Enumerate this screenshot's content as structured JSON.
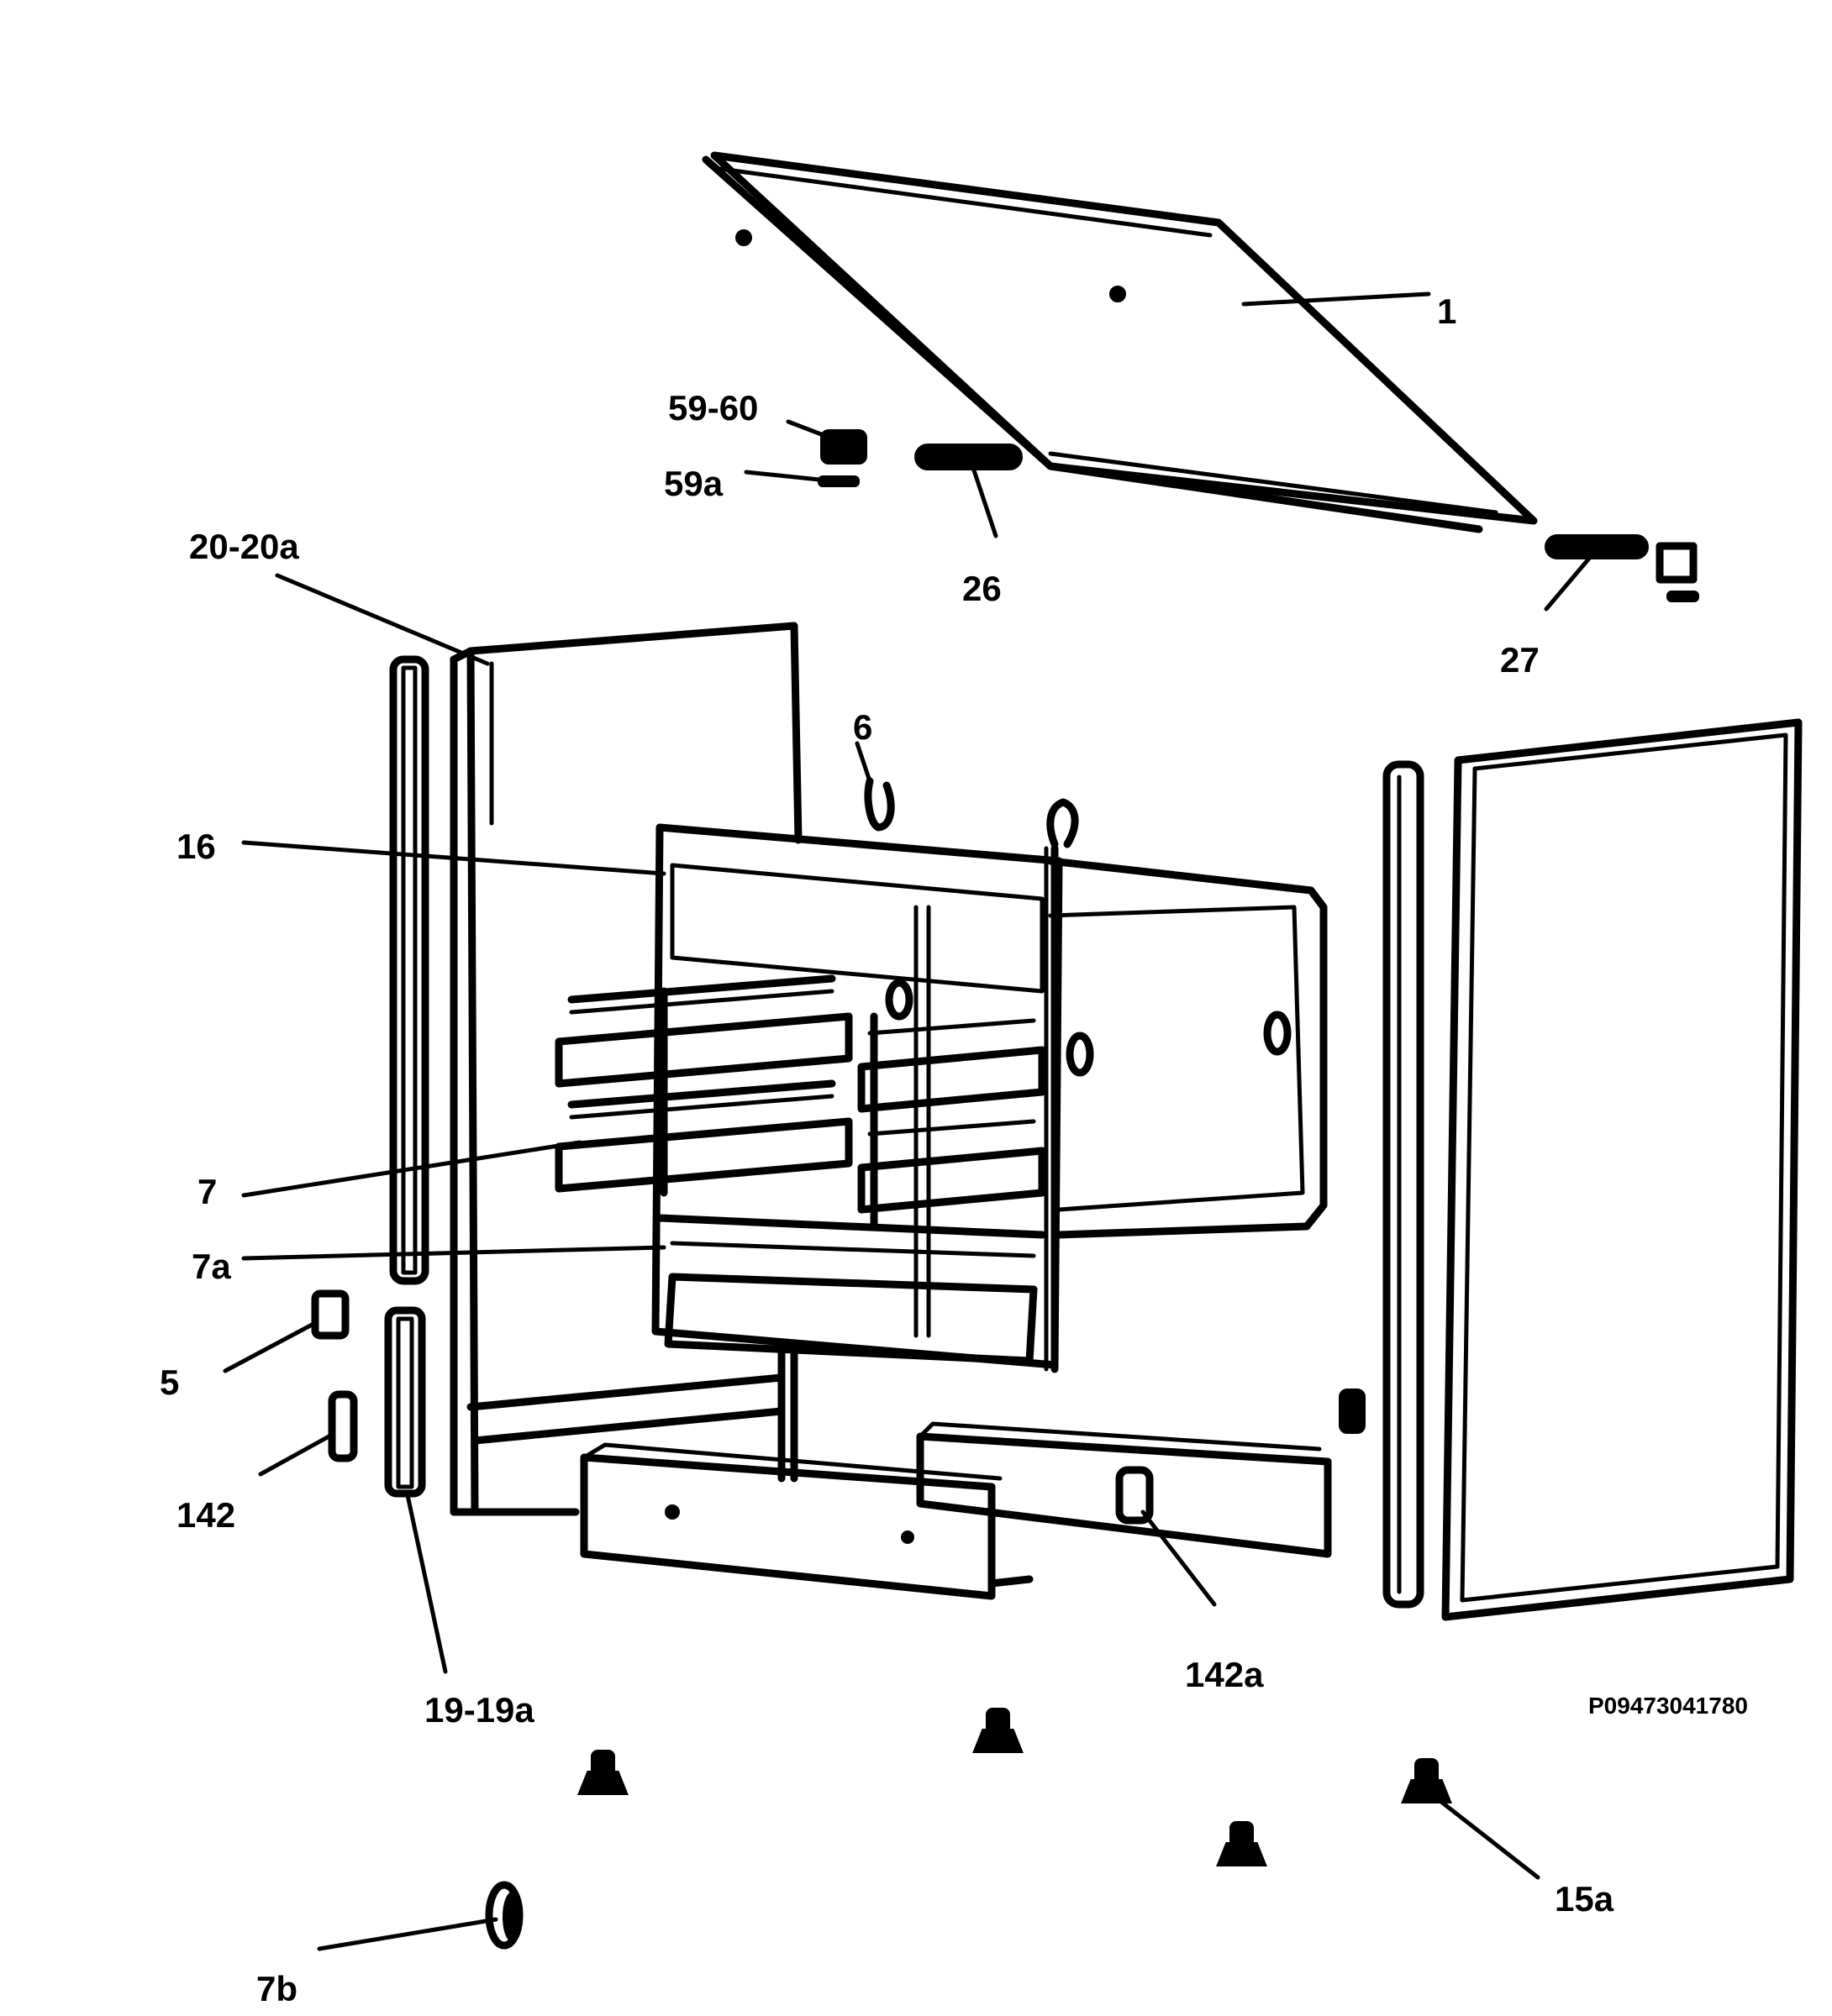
{
  "diagram": {
    "drawing_code": "P09473041780",
    "labels": {
      "l1": "1",
      "l59_60": "59-60",
      "l59a": "59a",
      "l26": "26",
      "l27": "27",
      "l20_20a": "20-20a",
      "l6": "6",
      "l16": "16",
      "l7": "7",
      "l7a": "7a",
      "l5": "5",
      "l142": "142",
      "l19_19a": "19-19a",
      "l142a": "142a",
      "l15a": "15a",
      "l7b": "7b"
    }
  }
}
